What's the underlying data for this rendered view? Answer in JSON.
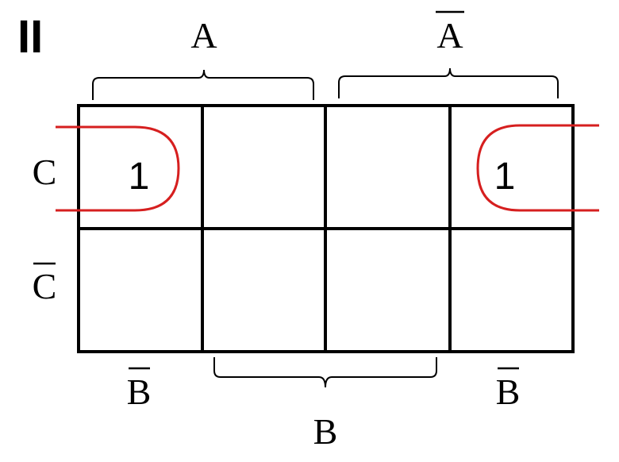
{
  "panel_label": "II",
  "colors": {
    "grid": "#000000",
    "loop": "#d61f1f",
    "text": "#000000"
  },
  "labels": {
    "top_left": "A",
    "top_right": "A",
    "top_right_negated": true,
    "left_top": "C",
    "left_bottom": "C",
    "left_bottom_negated": true,
    "bottom_left": "B",
    "bottom_left_negated": true,
    "bottom_center": "B",
    "bottom_right": "B",
    "bottom_right_negated": true
  },
  "grid": {
    "rows": 2,
    "cols": 4,
    "cells": [
      [
        "1",
        "",
        "",
        "1"
      ],
      [
        "",
        "",
        "",
        ""
      ]
    ]
  },
  "groupings": [
    {
      "name": "wraparound-group",
      "cells": [
        [
          0,
          0
        ],
        [
          0,
          3
        ]
      ]
    }
  ]
}
